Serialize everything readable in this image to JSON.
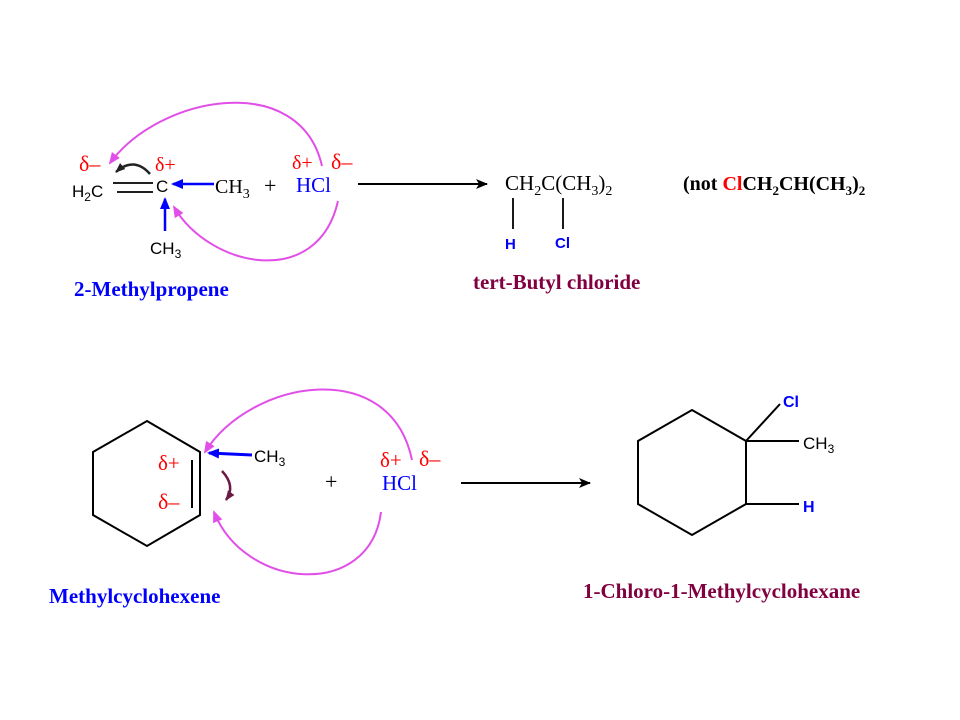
{
  "colors": {
    "black": "#000000",
    "red": "#ff0000",
    "blue": "#0000ff",
    "magenta": "#e24fe8",
    "maroon": "#800040",
    "dark_purple": "#6b1a45"
  },
  "reaction1": {
    "delta_minus": "δ–",
    "delta_plus": "δ+",
    "h2c": "H",
    "h2c_sub": "2",
    "h2c_c": "C",
    "central_c": "C",
    "ch3_right": "CH",
    "ch3_right_sub": "3",
    "ch3_bottom": "CH",
    "ch3_bottom_sub": "3",
    "plus": "+",
    "hcl_delta_plus": "δ+",
    "hcl_delta_minus": "δ–",
    "hcl": "HCl",
    "product_main": "CH",
    "product_sub2": "2",
    "product_c": "C(CH",
    "product_sub3": "3",
    "product_paren": ")",
    "product_sub2b": "2",
    "product_h": "H",
    "product_cl": "Cl",
    "not_open": "(not ",
    "not_cl": "Cl",
    "not_rest": "CH",
    "not_sub2": "2",
    "not_ch": "CH(CH",
    "not_sub3": "3",
    "not_close": ")",
    "not_sub2b": "2",
    "reactant_name": "2-Methylpropene",
    "product_name": "tert-Butyl chloride"
  },
  "reaction2": {
    "delta_plus": "δ+",
    "delta_minus": "δ–",
    "ch3": "CH",
    "ch3_sub": "3",
    "plus": "+",
    "hcl_delta_plus": "δ+",
    "hcl_delta_minus": "δ–",
    "hcl": "HCl",
    "product_cl": "Cl",
    "product_ch3": "CH",
    "product_ch3_sub": "3",
    "product_h": "H",
    "reactant_name": "Methylcyclohexene",
    "product_name": "1-Chloro-1-Methylcyclohexane"
  }
}
